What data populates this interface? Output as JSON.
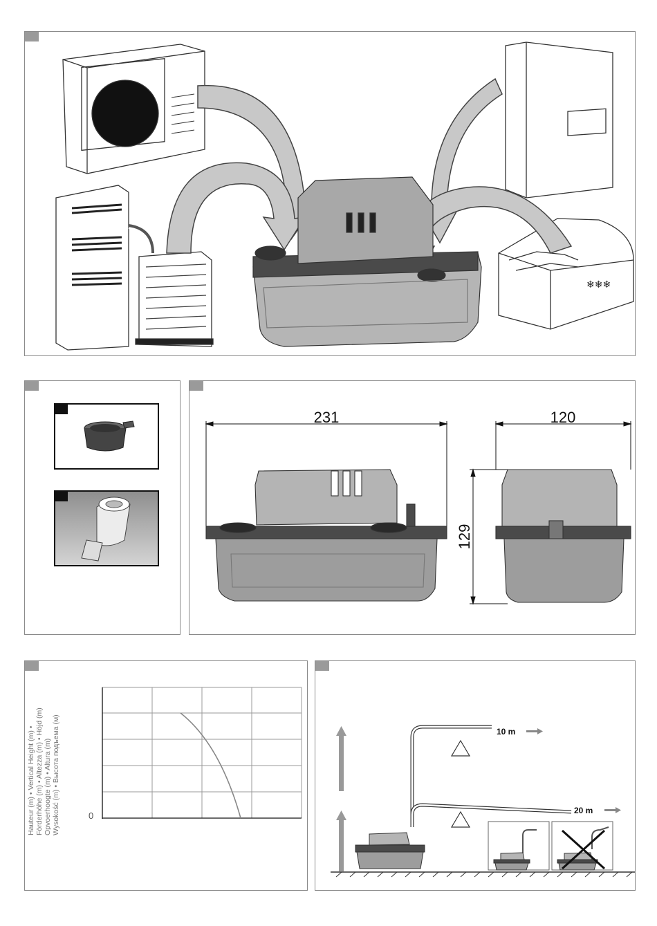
{
  "dimensions": {
    "width_label": "231",
    "depth_label": "120",
    "height_label": "129"
  },
  "curve_chart": {
    "axis_label_lines": [
      "Hauteur (m) • Vertical Height (m) •",
      "Förderhöhe (m) • Altezza (m) • Höjd (m)",
      "Opvoerhoogte (m) • Altura (m)",
      "Wysokość (m) • Высота подъема (м)"
    ],
    "y_zero_label": "0"
  },
  "installation": {
    "short_run_label": "10 m",
    "long_run_label": "20 m"
  },
  "colors": {
    "panel_border": "#8a8a8a",
    "arrow_fill": "#c8c8c8",
    "pump_body": "#a9a9a9",
    "pump_dark": "#5a5a5a"
  }
}
